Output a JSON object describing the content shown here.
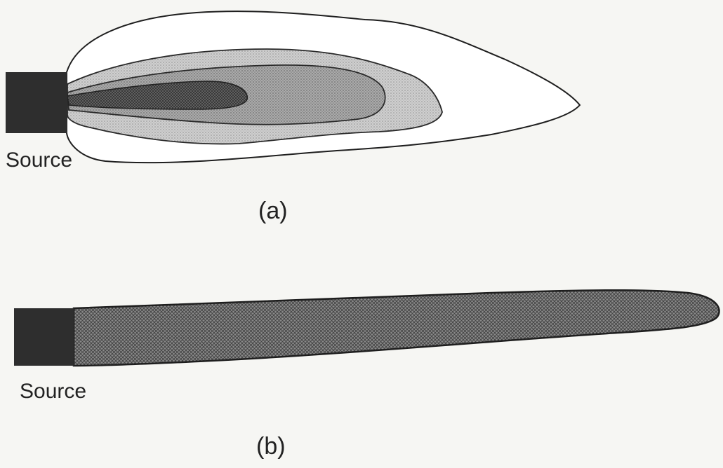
{
  "panel_a": {
    "source_label": "Source",
    "caption": "(a)"
  },
  "panel_b": {
    "source_label": "Source",
    "caption": "(b)"
  },
  "colors": {
    "background": "#f6f6f3",
    "source_block": "#2e2e2e",
    "outline": "#1e1e1e",
    "zone_outer": "#ffffff",
    "zone_mid": "#c7c7c7",
    "zone_inner": "#a3a3a3",
    "zone_core": "#5a5a5a",
    "plume_fill": "#787878"
  }
}
